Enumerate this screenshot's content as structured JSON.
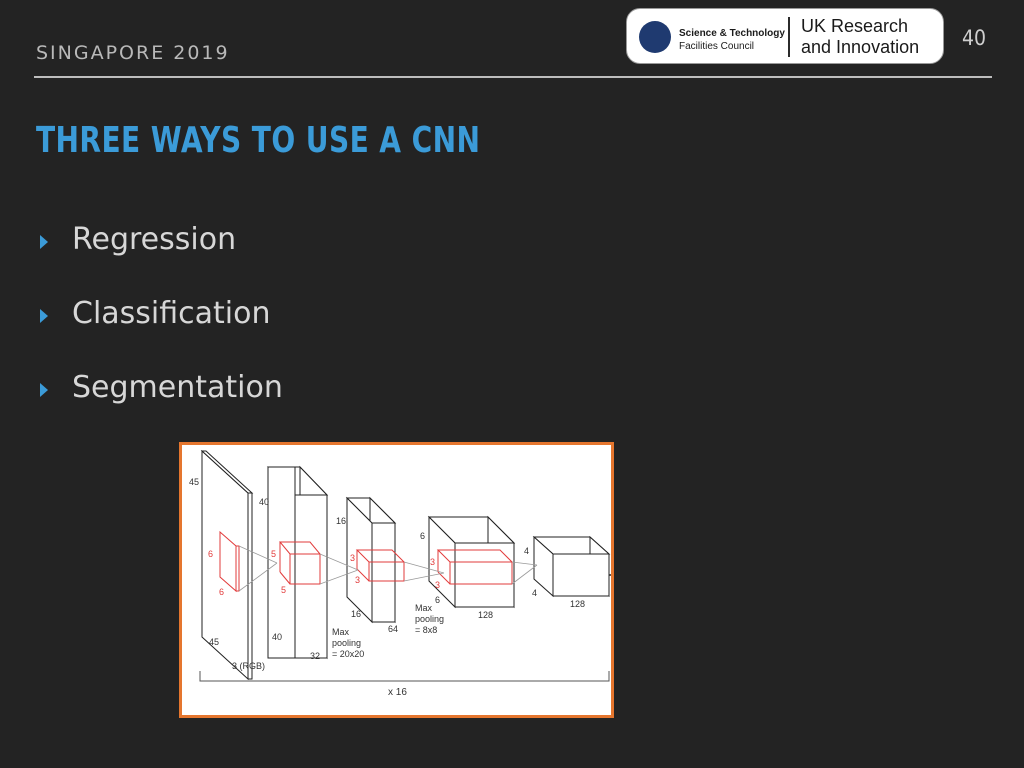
{
  "header": {
    "event": "SINGAPORE 2019",
    "page_number": "40"
  },
  "logo": {
    "line1": "Science & Technology",
    "line2": "Facilities Council",
    "org_line1": "UK Research",
    "org_line2": "and Innovation"
  },
  "title": "THREE WAYS TO USE A CNN",
  "bullets": [
    "Regression",
    "Classification",
    "Segmentation"
  ],
  "accent_color": "#3b9bd8",
  "diagram": {
    "layer1": {
      "height": "45",
      "width": "45",
      "channels": "3 (RGB)",
      "kernel_h": "6",
      "kernel_w": "6"
    },
    "layer2": {
      "height": "40",
      "width": "40",
      "channels": "32",
      "kernel_h": "5",
      "kernel_w": "5"
    },
    "pool1": "Max pooling = 20x20",
    "pool1_l1": "Max",
    "pool1_l2": "pooling",
    "pool1_l3": "= 20x20",
    "layer3": {
      "height": "16",
      "width": "16",
      "channels": "64",
      "kernel_h": "3",
      "kernel_w": "3"
    },
    "layer4": {
      "height": "6",
      "width": "6",
      "channels": "128",
      "kernel_h": "3",
      "kernel_w": "3"
    },
    "pool2": "Max pooling = 8x8",
    "pool2_l1": "Max",
    "pool2_l2": "pooling",
    "pool2_l3": "= 8x8",
    "layer5": {
      "height": "4",
      "width": "4",
      "channels": "128"
    },
    "repeat": "x 16"
  }
}
